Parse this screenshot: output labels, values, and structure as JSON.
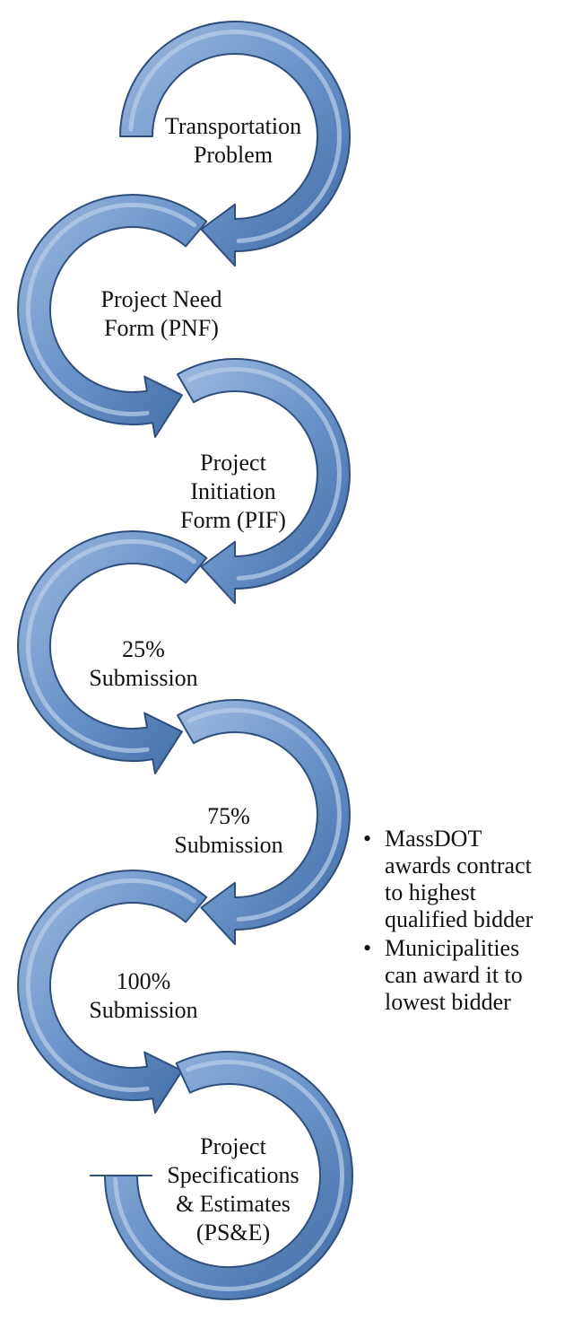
{
  "diagram": {
    "steps": [
      {
        "lines": [
          "Transportation",
          "Problem"
        ]
      },
      {
        "lines": [
          "Project Need",
          "Form (PNF)"
        ]
      },
      {
        "lines": [
          "Project",
          "Initiation",
          "Form (PIF)"
        ]
      },
      {
        "lines": [
          "25%",
          "Submission"
        ]
      },
      {
        "lines": [
          "75%",
          "Submission"
        ]
      },
      {
        "lines": [
          "100%",
          "Submission"
        ]
      },
      {
        "lines": [
          "Project",
          "Specifications",
          "& Estimates",
          "(PS&E)"
        ]
      }
    ],
    "notes": {
      "bullet": "•",
      "items": [
        {
          "lines": [
            "MassDOT",
            "awards contract",
            "to highest",
            "qualified bidder"
          ]
        },
        {
          "lines": [
            "Municipalities",
            "can award it to",
            "lowest bidder"
          ]
        }
      ]
    },
    "colors": {
      "arrow_fill": "#6f97c9",
      "arrow_edge": "#2f4f7c",
      "arrow_highlight": "#b9cfe8",
      "text": "#111111"
    }
  }
}
